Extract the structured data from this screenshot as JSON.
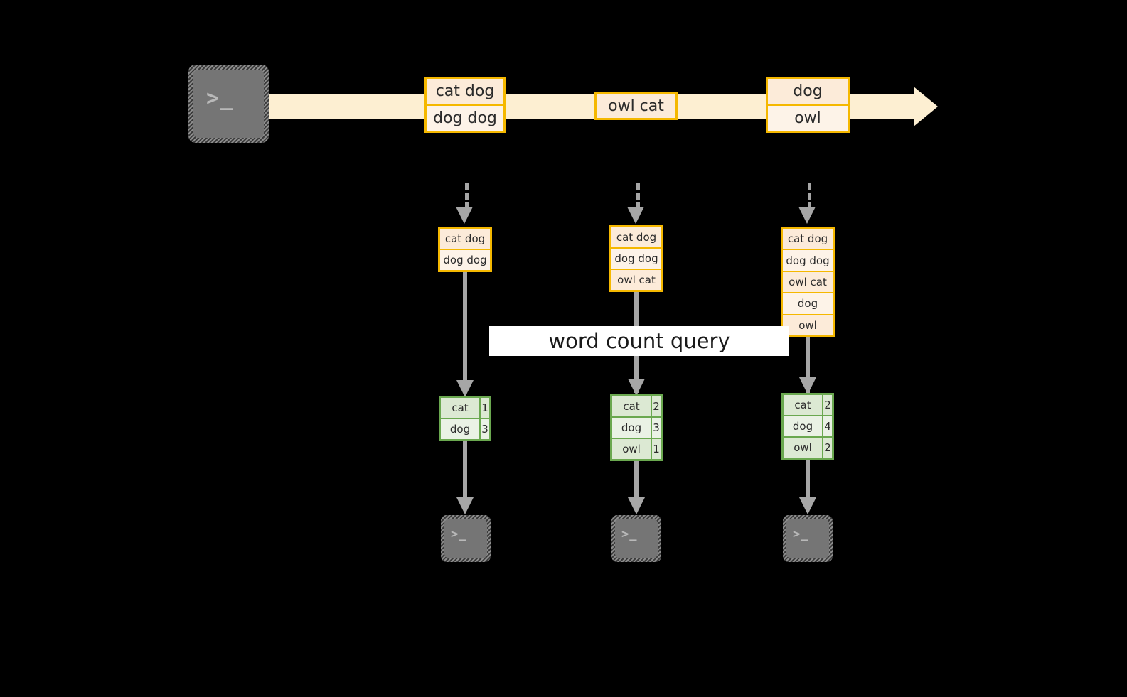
{
  "diagram": {
    "title": "word count query streaming diagram",
    "colors": {
      "background": "#000000",
      "stream_fill": "#fdefd2",
      "message_border": "#f5b800",
      "message_fill_dark": "#fcebd9",
      "message_fill_light": "#fdf3e8",
      "table_border": "#6aa84f",
      "table_fill_dark": "#dce9d3",
      "table_fill_light": "#eaf2e5",
      "connector": "#a6a6a6",
      "terminal_fill": "#757575",
      "label_band": "#ffffff"
    }
  },
  "stream": {
    "source_terminal": {
      "glyph": ">_",
      "name": "terminal"
    },
    "batches": [
      {
        "id": "batch-1",
        "lines": [
          "cat dog",
          "dog dog"
        ]
      },
      {
        "id": "batch-2",
        "lines": [
          "owl cat"
        ]
      },
      {
        "id": "batch-3",
        "lines": [
          "dog",
          "owl"
        ]
      }
    ]
  },
  "query_label": "word count query",
  "columns": [
    {
      "id": "column-1",
      "accumulated": [
        "cat dog",
        "dog dog"
      ],
      "counts": [
        {
          "word": "cat",
          "count": "1"
        },
        {
          "word": "dog",
          "count": "3"
        }
      ],
      "sink_terminal": {
        "glyph": ">_"
      }
    },
    {
      "id": "column-2",
      "accumulated": [
        "cat dog",
        "dog dog",
        "owl cat"
      ],
      "counts": [
        {
          "word": "cat",
          "count": "2"
        },
        {
          "word": "dog",
          "count": "3"
        },
        {
          "word": "owl",
          "count": "1"
        }
      ],
      "sink_terminal": {
        "glyph": ">_"
      }
    },
    {
      "id": "column-3",
      "accumulated": [
        "cat dog",
        "dog dog",
        "owl cat",
        "dog",
        "owl"
      ],
      "counts": [
        {
          "word": "cat",
          "count": "2"
        },
        {
          "word": "dog",
          "count": "4"
        },
        {
          "word": "owl",
          "count": "2"
        }
      ],
      "sink_terminal": {
        "glyph": ">_"
      }
    }
  ]
}
